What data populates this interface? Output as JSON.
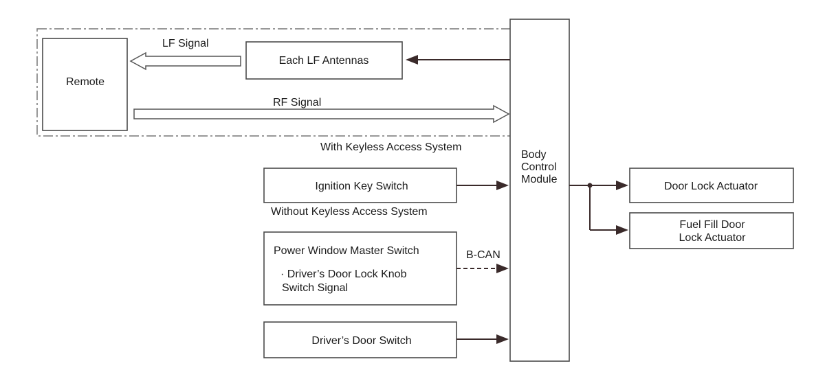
{
  "diagram": {
    "keyless_group_label": "With Keyless Access System",
    "ignition_group_label": "Without Keyless Access System",
    "nodes": {
      "remote": "Remote",
      "lf_antennas": "Each LF Antennas",
      "bcm": [
        "Body",
        "Control",
        "Module"
      ],
      "ignition_switch": "Ignition Key Switch",
      "power_window_title": "Power Window Master Switch",
      "power_window_detail": [
        "· Driver’s Door Lock Knob",
        "Switch Signal"
      ],
      "door_switch": "Driver’s Door Switch",
      "door_lock_actuator": "Door Lock Actuator",
      "fuel_fill_actuator": [
        "Fuel Fill Door",
        "Lock Actuator"
      ]
    },
    "signals": {
      "lf": "LF Signal",
      "rf": "RF Signal",
      "bcan": "B-CAN"
    }
  }
}
